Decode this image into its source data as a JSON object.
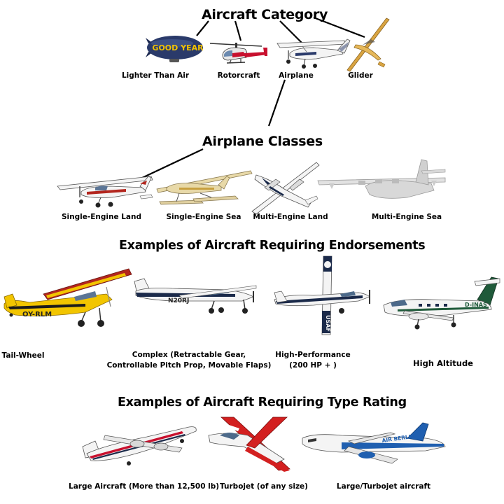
{
  "category": {
    "title": "Aircraft Category",
    "items": [
      "Lighter Than Air",
      "Rotorcraft",
      "Airplane",
      "Glider"
    ],
    "blimp_text": "GOOD YEAR"
  },
  "classes": {
    "title": "Airplane Classes",
    "items": [
      "Single-Engine Land",
      "Single-Engine Sea",
      "Multi-Engine Land",
      "Multi-Engine Sea"
    ]
  },
  "endorsements": {
    "title": "Examples of Aircraft Requiring Endorsements",
    "items": [
      {
        "line1": "Tail-Wheel",
        "line2": ""
      },
      {
        "line1": "Complex (Retractable Gear,",
        "line2": "Controllable Pitch Prop, Movable Flaps)"
      },
      {
        "line1": "High-Performance",
        "line2": "(200 HP + )"
      },
      {
        "line1": "High Altitude",
        "line2": ""
      }
    ],
    "registrations": [
      "OY-RLM",
      "N20RJ",
      "USAF",
      "D-INAS"
    ]
  },
  "type_rating": {
    "title": "Examples of Aircraft Requiring Type Rating",
    "items": [
      "Large Aircraft (More than 12,500 lb)",
      "Turbojet (of any size)",
      "Large/Turbojet aircraft"
    ],
    "livery": "AIR BERLIN"
  },
  "colors": {
    "line": "#000000",
    "white": "#f4f4f4",
    "blimp": "#2a3a6a",
    "blimp_text": "#f2c200",
    "heli_red": "#c8102e",
    "glider": "#d9a441",
    "cub_yellow": "#f2c500",
    "cub_red": "#b3261e",
    "jet_red": "#d32020",
    "airberlin_blue": "#1f5fb0",
    "navy": "#1b2a4a"
  }
}
